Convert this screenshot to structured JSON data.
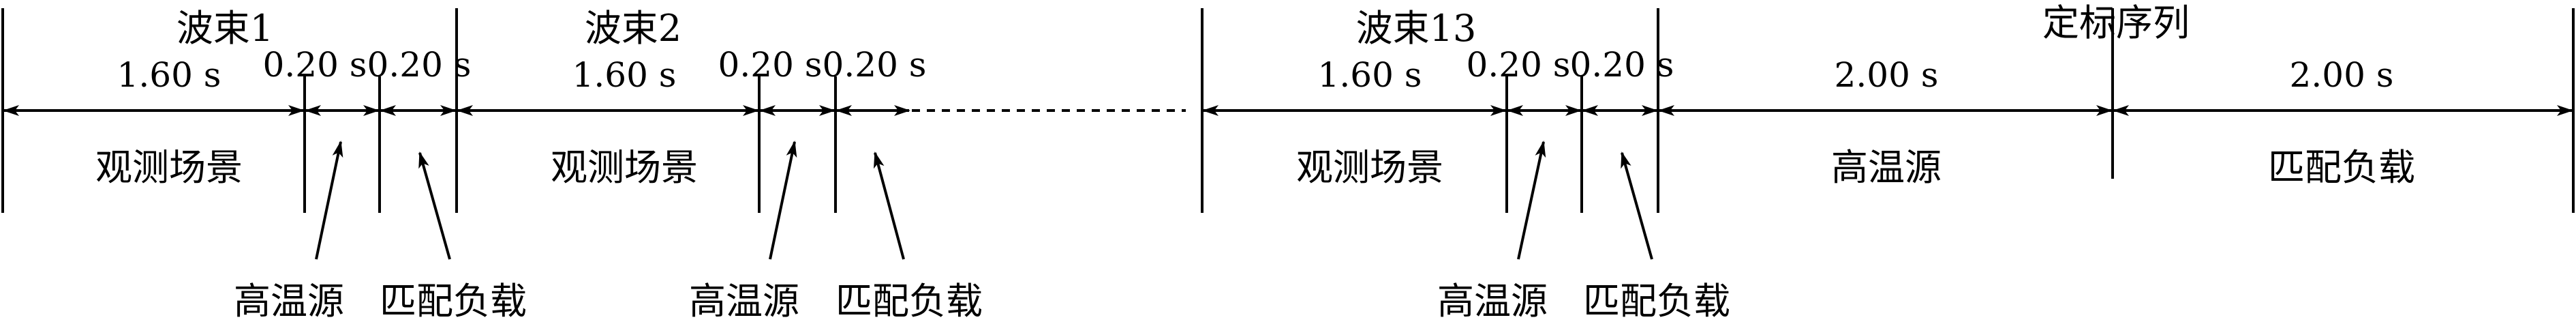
{
  "beams": [
    {
      "label": "波束1",
      "durations": [
        "1.60 s",
        "0.20 s",
        "0.20 s"
      ],
      "scene_label": "观测场景",
      "callouts": [
        "高温源",
        "匹配负载"
      ]
    },
    {
      "label": "波束2",
      "durations": [
        "1.60 s",
        "0.20 s",
        "0.20 s"
      ],
      "scene_label": "观测场景",
      "callouts": [
        "高温源",
        "匹配负载"
      ]
    },
    {
      "label": "波束13",
      "durations": [
        "1.60 s",
        "0.20 s",
        "0.20 s"
      ],
      "scene_label": "观测场景",
      "callouts": [
        "高温源",
        "匹配负载"
      ]
    }
  ],
  "calibration": {
    "label": "定标序列",
    "durations": [
      "2.00 s",
      "2.00 s"
    ],
    "segment_labels": [
      "高温源",
      "匹配负载"
    ]
  }
}
